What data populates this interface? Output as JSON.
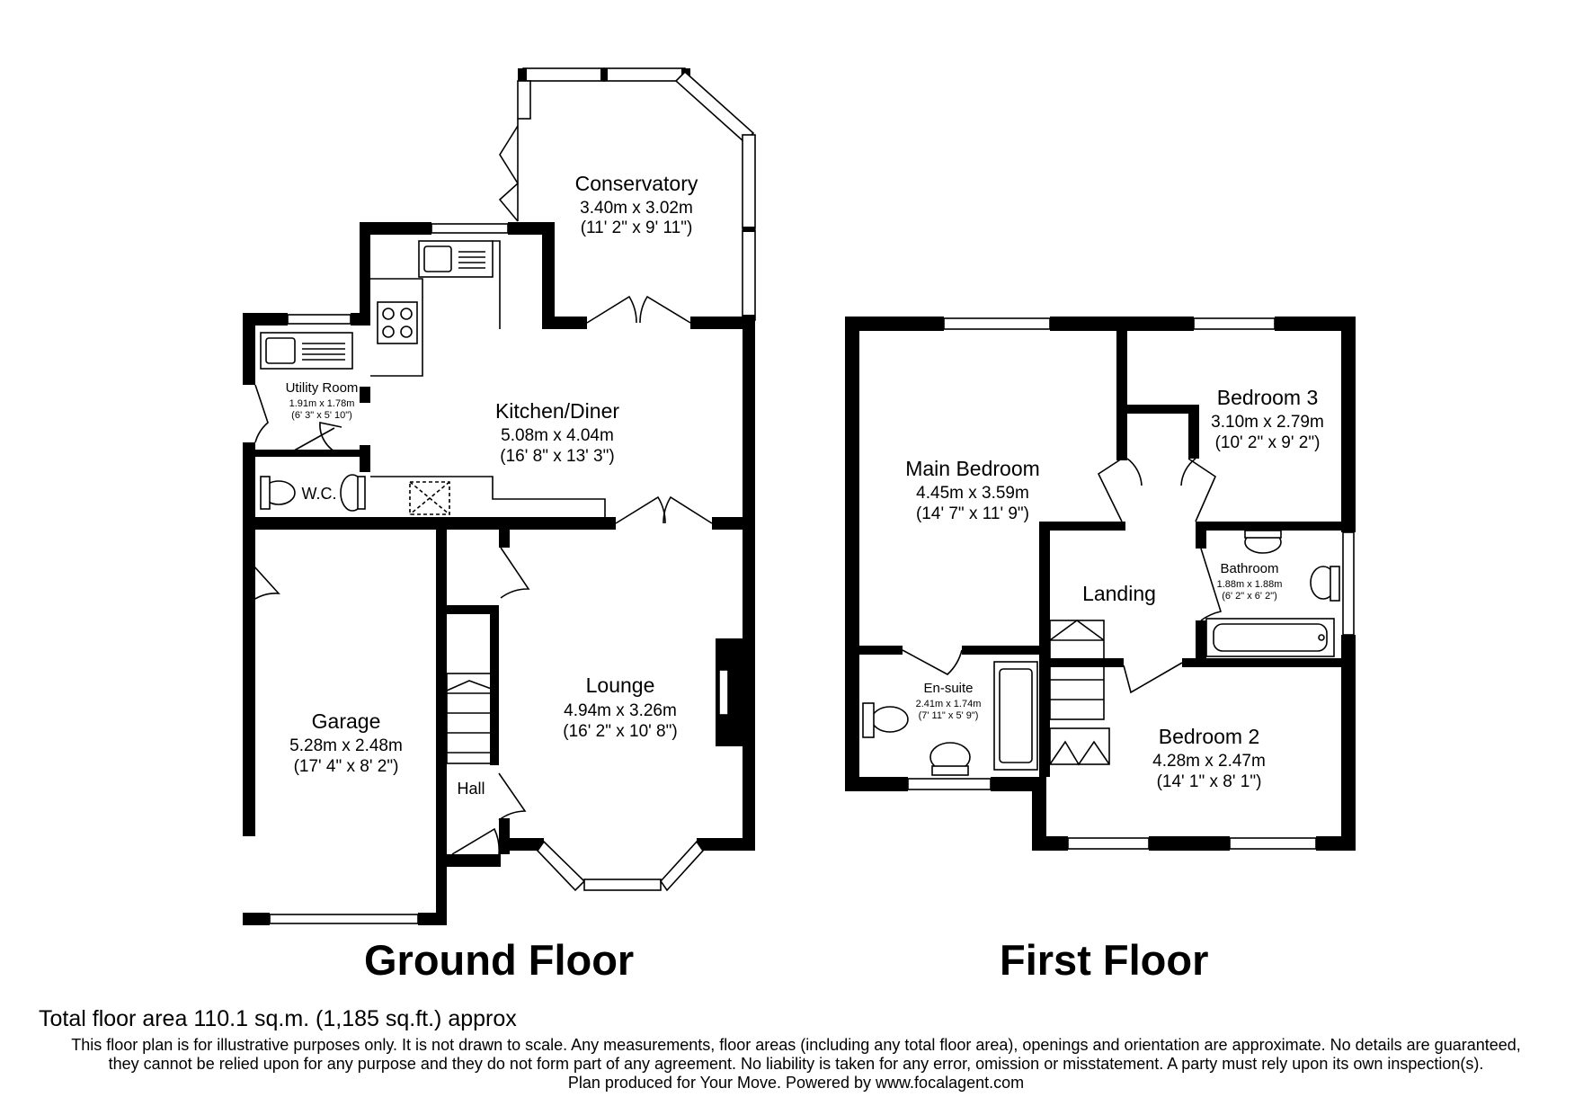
{
  "floors": {
    "ground": "Ground Floor",
    "first": "First Floor"
  },
  "rooms": {
    "conservatory": {
      "name": "Conservatory",
      "metric": "3.40m x 3.02m",
      "imperial": "(11' 2\" x 9' 11\")"
    },
    "kitchen": {
      "name": "Kitchen/Diner",
      "metric": "5.08m x 4.04m",
      "imperial": "(16' 8\" x 13' 3\")"
    },
    "utility": {
      "name": "Utility Room",
      "metric": "1.91m x 1.78m",
      "imperial": "(6' 3\" x 5' 10\")"
    },
    "wc": {
      "name": "W.C."
    },
    "garage": {
      "name": "Garage",
      "metric": "5.28m x 2.48m",
      "imperial": "(17' 4\" x 8' 2\")"
    },
    "lounge": {
      "name": "Lounge",
      "metric": "4.94m x 3.26m",
      "imperial": "(16' 2\" x 10' 8\")"
    },
    "hall": {
      "name": "Hall"
    },
    "main_bedroom": {
      "name": "Main Bedroom",
      "metric": "4.45m x 3.59m",
      "imperial": "(14' 7\" x 11' 9\")"
    },
    "bedroom3": {
      "name": "Bedroom 3",
      "metric": "3.10m x 2.79m",
      "imperial": "(10' 2\" x 9' 2\")"
    },
    "bathroom": {
      "name": "Bathroom",
      "metric": "1.88m x 1.88m",
      "imperial": "(6' 2\" x 6' 2\")"
    },
    "landing": {
      "name": "Landing"
    },
    "ensuite": {
      "name": "En-suite",
      "metric": "2.41m x 1.74m",
      "imperial": "(7' 11\" x 5' 9\")"
    },
    "bedroom2": {
      "name": "Bedroom 2",
      "metric": "4.28m x 2.47m",
      "imperial": "(14' 1\" x 8' 1\")"
    }
  },
  "total_area": "Total floor area 110.1 sq.m. (1,185 sq.ft.) approx",
  "disclaimer": [
    "This floor plan is for illustrative purposes only. It is not drawn to scale. Any measurements, floor areas (including any total floor area), openings and orientation are approximate. No details are guaranteed,",
    "they cannot be relied upon for any purpose and they do not form part of any agreement. No liability is taken for any error, omission or misstatement. A party must rely upon its own inspection(s).",
    "Plan produced for Your Move. Powered by www.focalagent.com"
  ]
}
